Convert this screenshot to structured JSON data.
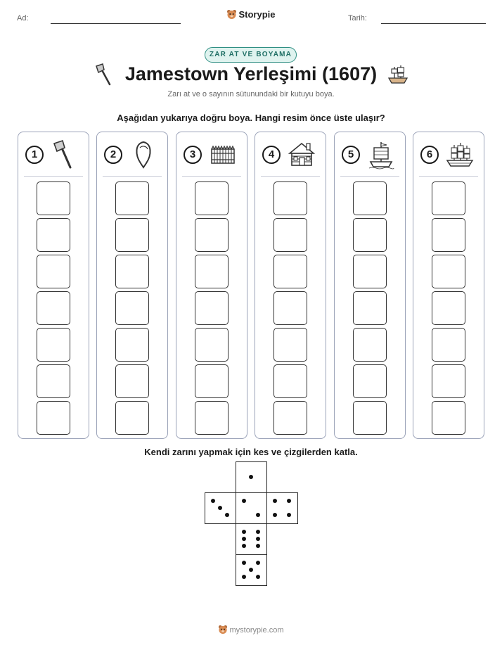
{
  "header": {
    "name_label": "Ad:",
    "date_label": "Tarih:",
    "brand": "Storypie"
  },
  "badge": "ZAR AT VE BOYAMA",
  "title": "Jamestown Yerleşimi (1607)",
  "subtitle": "Zarı at ve o sayının sütunundaki bir kutuyu boya.",
  "instruction": "Aşağıdan yukarıya doğru boya. Hangi resim önce üste ulaşır?",
  "columns": [
    {
      "number": "1",
      "icon": "axe-icon"
    },
    {
      "number": "2",
      "icon": "arrowhead-icon"
    },
    {
      "number": "3",
      "icon": "palisade-fence-icon"
    },
    {
      "number": "4",
      "icon": "log-cabin-icon"
    },
    {
      "number": "5",
      "icon": "small-boat-icon"
    },
    {
      "number": "6",
      "icon": "sailing-ship-icon"
    }
  ],
  "boxes_per_column": 7,
  "cut_instruction": "Kendi zarını yapmak için kes ve çizgilerden katla.",
  "die_faces": [
    1,
    3,
    2,
    4,
    6,
    5
  ],
  "footer": "mystorypie.com"
}
